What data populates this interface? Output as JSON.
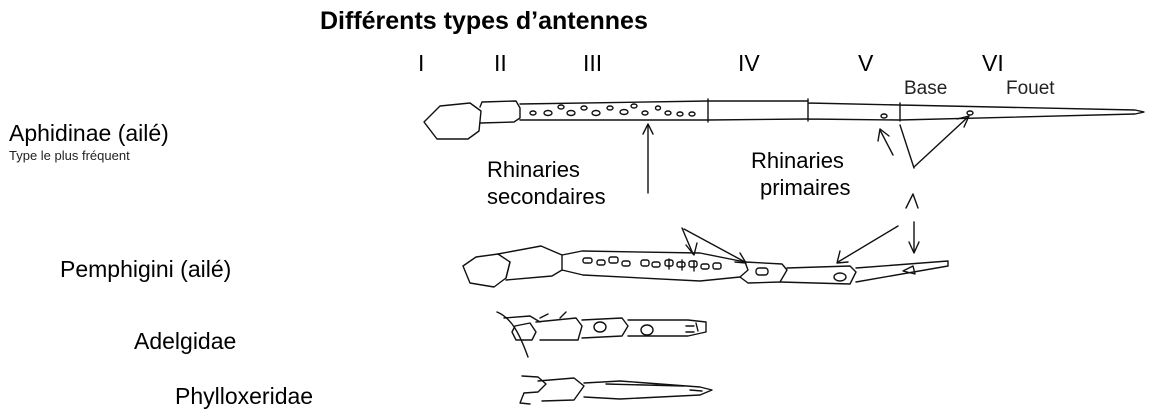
{
  "title": "Différents types d’antennes",
  "segments": [
    "I",
    "II",
    "III",
    "IV",
    "V",
    "VI"
  ],
  "segment_vi_parts": {
    "base": "Base",
    "flagellum": "Fouet"
  },
  "taxa": [
    {
      "name": "Aphidinae (ailé)",
      "note": "Type le plus fréquent"
    },
    {
      "name": "Pemphigini (ailé)"
    },
    {
      "name": "Adelgidae"
    },
    {
      "name": "Phylloxeridae"
    }
  ],
  "annotations": {
    "secondary": {
      "line1": "Rhinaries",
      "line2": "secondaires"
    },
    "primary": {
      "line1": "Rhinaries",
      "line2": "primaires"
    }
  }
}
